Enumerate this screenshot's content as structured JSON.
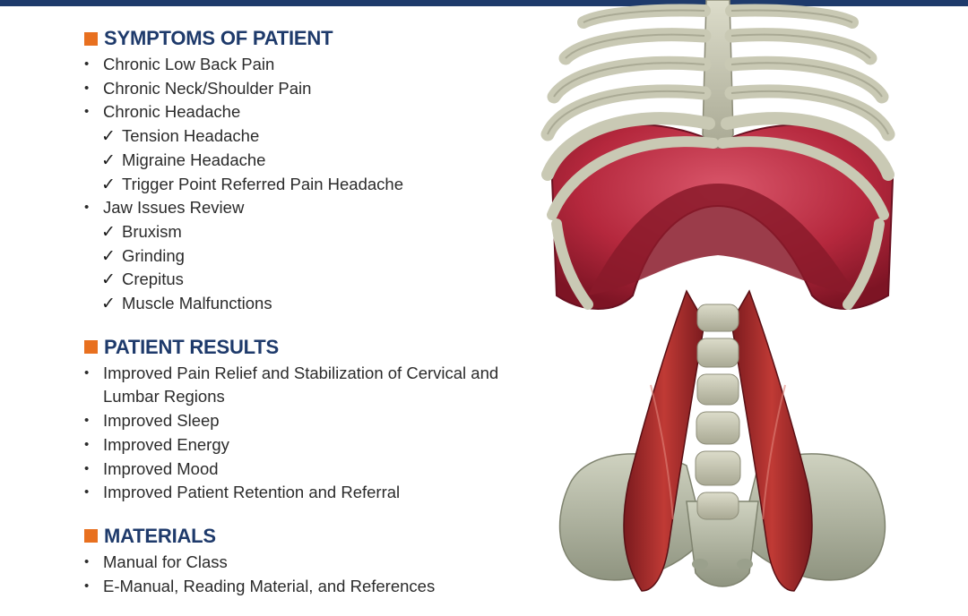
{
  "colors": {
    "brand_navy": "#1e3a6b",
    "accent_orange": "#e8701f",
    "text": "#2b2b2b"
  },
  "sections": [
    {
      "title": "SYMPTOMS OF PATIENT",
      "items": [
        {
          "text": "Chronic Low Back Pain",
          "type": "bullet"
        },
        {
          "text": "Chronic Neck/Shoulder Pain",
          "type": "bullet"
        },
        {
          "text": "Chronic Headache",
          "type": "bullet"
        },
        {
          "text": "Tension Headache",
          "type": "check"
        },
        {
          "text": "Migraine Headache",
          "type": "check"
        },
        {
          "text": "Trigger Point Referred Pain Headache",
          "type": "check"
        },
        {
          "text": "Jaw Issues Review",
          "type": "bullet"
        },
        {
          "text": "Bruxism",
          "type": "check"
        },
        {
          "text": "Grinding",
          "type": "check"
        },
        {
          "text": "Crepitus",
          "type": "check"
        },
        {
          "text": "Muscle Malfunctions",
          "type": "check"
        }
      ]
    },
    {
      "title": "PATIENT RESULTS",
      "items": [
        {
          "text": "Improved Pain Relief and Stabilization of Cervical and Lumbar Regions",
          "type": "bullet"
        },
        {
          "text": "Improved Sleep",
          "type": "bullet"
        },
        {
          "text": "Improved Energy",
          "type": "bullet"
        },
        {
          "text": "Improved Mood",
          "type": "bullet"
        },
        {
          "text": "Improved Patient Retention and Referral",
          "type": "bullet"
        }
      ]
    },
    {
      "title": "MATERIALS",
      "items": [
        {
          "text": "Manual for Class",
          "type": "bullet"
        },
        {
          "text": "E-Manual, Reading Material, and References",
          "type": "bullet"
        }
      ]
    }
  ],
  "check_glyph": "✓"
}
